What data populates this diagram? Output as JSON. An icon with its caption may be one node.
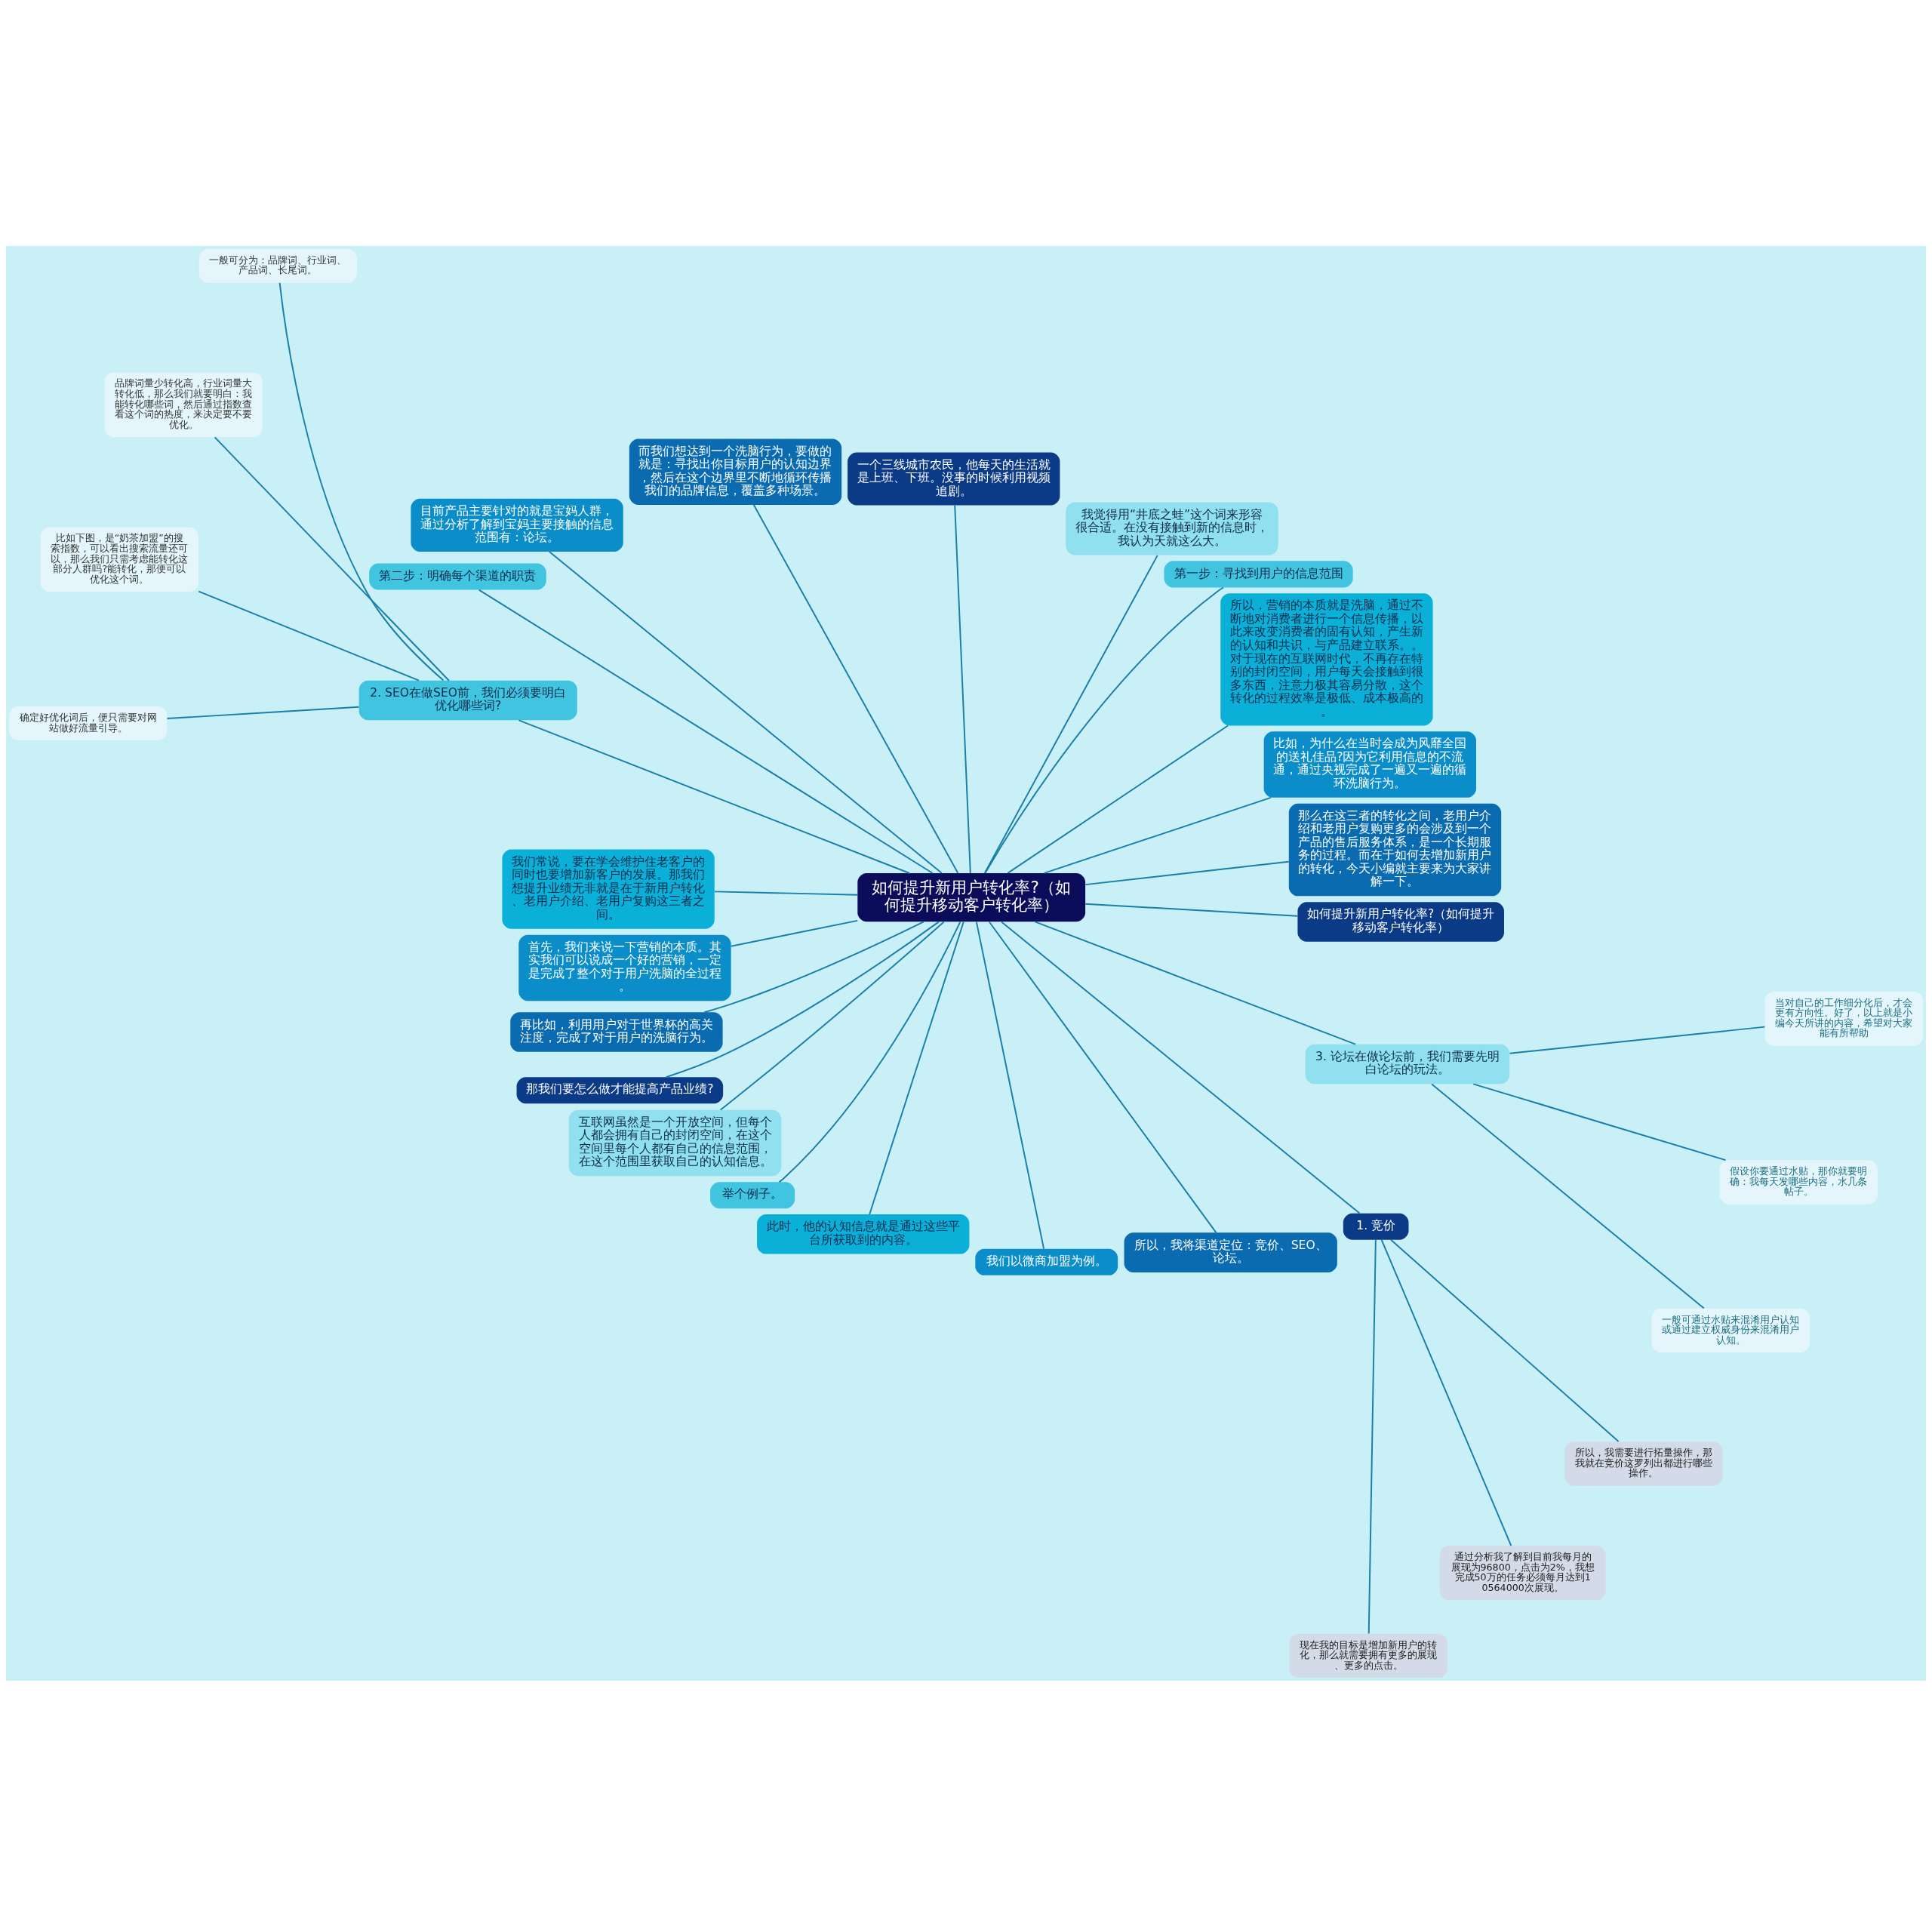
{
  "diagram": {
    "nodes": [
      {
        "text": [
          "如何提升新用户转化率?（如何提升移动客户转化率）"
        ]
      },
      {
        "text": [
          "如何提升新用户转化率?（如何提升移动客户转化率）"
        ]
      },
      {
        "text": [
          "那么在这三者的转化之间，老用户介绍和老用户复购更多的会涉及到一个产品的售后服务体系，是一个长期服务的过程。而在于如何去增加新用户的转化，今天小编就主要来为大家讲解一下。"
        ]
      },
      {
        "text": [
          "比如，为什么在当时会成为风靡全国的送礼佳品?因为它利用信息的不流通，通过央视完成了一遍又一遍的循环洗脑行为。"
        ]
      },
      {
        "text": [
          "所以，营销的本质就是洗脑，通过不断地对消费者进行一个信息传播，以此来改变消费者的固有认知，产生新的认知和共识，与产品建立联系。。对于现在的互联网时代，不再存在特别的封闭空间，用户每天会接触到很多东西，注意力极其容易分散，这个转化的过程效率是极低、成本极高的。"
        ]
      },
      {
        "text": [
          "第一步：寻找到用户的信息范围"
        ]
      },
      {
        "text": [
          "我觉得用“井底之蛙”这个词来形容很合适。在没有接触到新的信息时，我认为天就这么大。"
        ]
      },
      {
        "text": [
          "一个三线城市农民，他每天的生活就是上班、下班。没事的时候利用视频追剧。"
        ]
      },
      {
        "text": [
          "而我们想达到一个洗脑行为，要做的就是：寻找出你目标用户的认知边界，然后在这个边界里不断地循环传播我们的品牌信息，覆盖多种场景。"
        ]
      },
      {
        "text": [
          "目前产品主要针对的就是宝妈人群，通过分析了解到宝妈主要接触的信息范围有：论坛。"
        ]
      },
      {
        "text": [
          "第二步：明确每个渠道的职责"
        ]
      },
      {
        "text": [
          "2. SEO在做SEO前，我们必须要明白优化哪些词?"
        ]
      },
      {
        "text": [
          "一般可分为：品牌词、行业词、产品词、长尾词。"
        ]
      },
      {
        "text": [
          "品牌词量少转化高，行业词量大转化低，那么我们就要明白：我能转化哪些词，然后通过指数查看这个词的热度，来决定要不要优化。"
        ]
      },
      {
        "text": [
          "比如下图，是“奶茶加盟”的搜索指数，可以看出搜索流量还可以，那么我们只需考虑能转化这部分人群吗?能转化，那便可以优化这个词。"
        ]
      },
      {
        "text": [
          "确定好优化词后，便只需要对网站做好流量引导。"
        ]
      },
      {
        "text": [
          "我们常说，要在学会维护住老客户的同时也要增加新客户的发展。那我们想提升业绩无非就是在于新用户转化、老用户介绍、老用户复购这三者之间。"
        ]
      },
      {
        "text": [
          "首先，我们来说一下营销的本质。其实我们可以说成一个好的营销，一定是完成了整个对于用户洗脑的全过程。"
        ]
      },
      {
        "text": [
          "再比如，利用用户对于世界杯的高关注度，完成了对于用户的洗脑行为。"
        ]
      },
      {
        "text": [
          "那我们要怎么做才能提高产品业绩?"
        ]
      },
      {
        "text": [
          "互联网虽然是一个开放空间，但每个人都会拥有自己的封闭空间，在这个空间里每个人都有自己的信息范围，在这个范围里获取自己的认知信息。"
        ]
      },
      {
        "text": [
          "举个例子。"
        ]
      },
      {
        "text": [
          "此时，他的认知信息就是通过这些平台所获取到的内容。"
        ]
      },
      {
        "text": [
          "我们以微商加盟为例。"
        ]
      },
      {
        "text": [
          "所以，我将渠道定位：竞价、SEO、论坛。"
        ]
      },
      {
        "text": [
          "1. 竞价"
        ]
      },
      {
        "text": [
          "现在我的目标是增加新用户的转化，那么就需要拥有更多的展现、更多的点击。"
        ]
      },
      {
        "text": [
          "通过分析我了解到目前我每月的展现为96800，点击为2%，我想完成50万的任务必须每月达到10564000次展现。"
        ]
      },
      {
        "text": [
          "所以，我需要进行拓量操作，那我就在竞价这罗列出都进行哪些操作。"
        ]
      },
      {
        "text": [
          "3. 论坛在做论坛前，我们需要先明白论坛的玩法。"
        ]
      },
      {
        "text": [
          "一般可通过水贴来混淆用户认知或通过建立权威身份来混淆用户认知。"
        ]
      },
      {
        "text": [
          "假设你要通过水贴，那你就要明确：我每天发哪些内容，水几条帖子。"
        ]
      },
      {
        "text": [
          "当对自己的工作细分化后，才会更有方向性。好了，以上就是小编今天所讲的内容，希望对大家能有所帮助"
        ]
      }
    ],
    "edges": [
      {
        "from": 0,
        "to": 1,
        "arrow": "none"
      },
      {
        "from": 0,
        "to": 2,
        "arrow": "none"
      },
      {
        "from": 0,
        "to": 3,
        "arrow": "none"
      },
      {
        "from": 0,
        "to": 4,
        "arrow": "none"
      },
      {
        "from": 0,
        "to": 5,
        "arrow": "none"
      },
      {
        "from": 0,
        "to": 6,
        "arrow": "none"
      },
      {
        "from": 0,
        "to": 7,
        "arrow": "none"
      },
      {
        "from": 0,
        "to": 8,
        "arrow": "none"
      },
      {
        "from": 0,
        "to": 9,
        "arrow": "none"
      },
      {
        "from": 0,
        "to": 10,
        "arrow": "none"
      },
      {
        "from": 0,
        "to": 11,
        "arrow": "none"
      },
      {
        "from": 11,
        "to": 12,
        "arrow": "none"
      },
      {
        "from": 11,
        "to": 13,
        "arrow": "none"
      },
      {
        "from": 11,
        "to": 14,
        "arrow": "none"
      },
      {
        "from": 11,
        "to": 15,
        "arrow": "none"
      },
      {
        "from": 0,
        "to": 16,
        "arrow": "none"
      },
      {
        "from": 0,
        "to": 17,
        "arrow": "none"
      },
      {
        "from": 0,
        "to": 18,
        "arrow": "none"
      },
      {
        "from": 0,
        "to": 19,
        "arrow": "none"
      },
      {
        "from": 0,
        "to": 20,
        "arrow": "none"
      },
      {
        "from": 0,
        "to": 21,
        "arrow": "none"
      },
      {
        "from": 0,
        "to": 22,
        "arrow": "none"
      },
      {
        "from": 0,
        "to": 23,
        "arrow": "none"
      },
      {
        "from": 0,
        "to": 24,
        "arrow": "none"
      },
      {
        "from": 0,
        "to": 25,
        "arrow": "none"
      },
      {
        "from": 25,
        "to": 26,
        "arrow": "none"
      },
      {
        "from": 25,
        "to": 27,
        "arrow": "none"
      },
      {
        "from": 25,
        "to": 28,
        "arrow": "none"
      },
      {
        "from": 0,
        "to": 29,
        "arrow": "none"
      },
      {
        "from": 29,
        "to": 30,
        "arrow": "none"
      },
      {
        "from": 29,
        "to": 31,
        "arrow": "none"
      },
      {
        "from": 29,
        "to": 32,
        "arrow": "none"
      }
    ]
  }
}
